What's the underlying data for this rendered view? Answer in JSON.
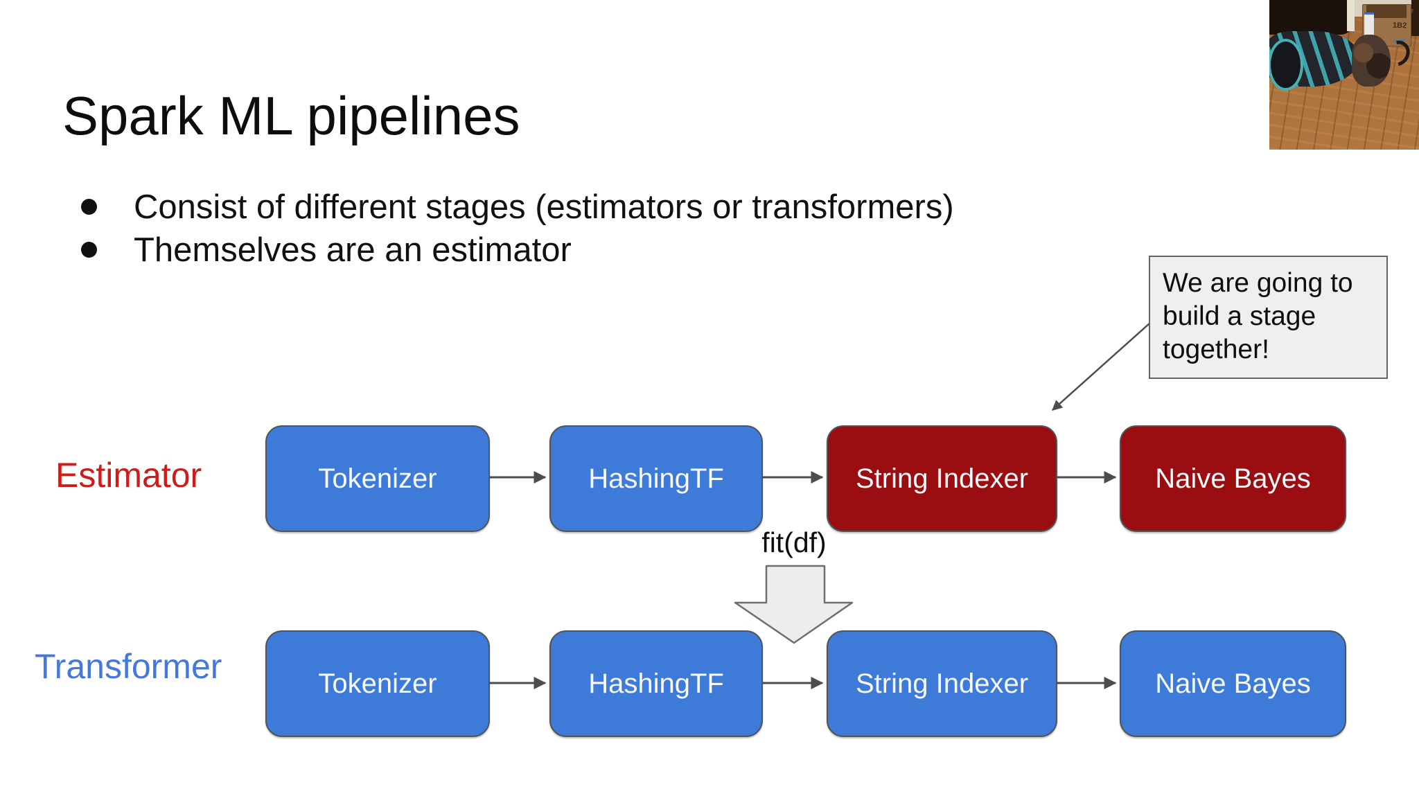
{
  "slide": {
    "title": "Spark ML pipelines",
    "bullets": [
      "Consist of different stages (estimators or transformers)",
      "Themselves are an estimator"
    ],
    "callout": {
      "text": "We are going to build a stage together!",
      "lines": [
        "We are going to",
        "build a stage",
        "together!"
      ]
    },
    "fit_arrow_label": "fit(df)",
    "rows": [
      {
        "label": "Estimator",
        "label_color": "#ce1b1b",
        "stages": [
          {
            "name": "Tokenizer",
            "fill": "#3e7ad8"
          },
          {
            "name": "HashingTF",
            "fill": "#3e7ad8"
          },
          {
            "name": "String Indexer",
            "fill": "#9a0d10"
          },
          {
            "name": "Naive Bayes",
            "fill": "#9a0d10"
          }
        ]
      },
      {
        "label": "Transformer",
        "label_color": "#4478dc",
        "stages": [
          {
            "name": "Tokenizer",
            "fill": "#3e7ad8"
          },
          {
            "name": "HashingTF",
            "fill": "#3e7ad8"
          },
          {
            "name": "String Indexer",
            "fill": "#3e7ad8"
          },
          {
            "name": "Naive Bayes",
            "fill": "#3e7ad8"
          }
        ]
      }
    ],
    "colors": {
      "background": "#ffffff",
      "stage_blue": "#3e7ad8",
      "stage_dark_red": "#9a0d10",
      "stage_border": "#50555c",
      "stage_text": "#f7f9fc",
      "connector": "#4d4d4d",
      "callout_bg": "#efefef",
      "callout_border": "#606469",
      "block_arrow_fill": "#ededed",
      "block_arrow_border": "#6e6e6e",
      "estimator_label": "#ce1b1b",
      "transformer_label": "#4478dc"
    }
  },
  "webcam_photo": {
    "description": "cat emerging from a dark teal-striped play tunnel on a hardwood floor beside an open cardboard box",
    "box_label": "1B2"
  }
}
